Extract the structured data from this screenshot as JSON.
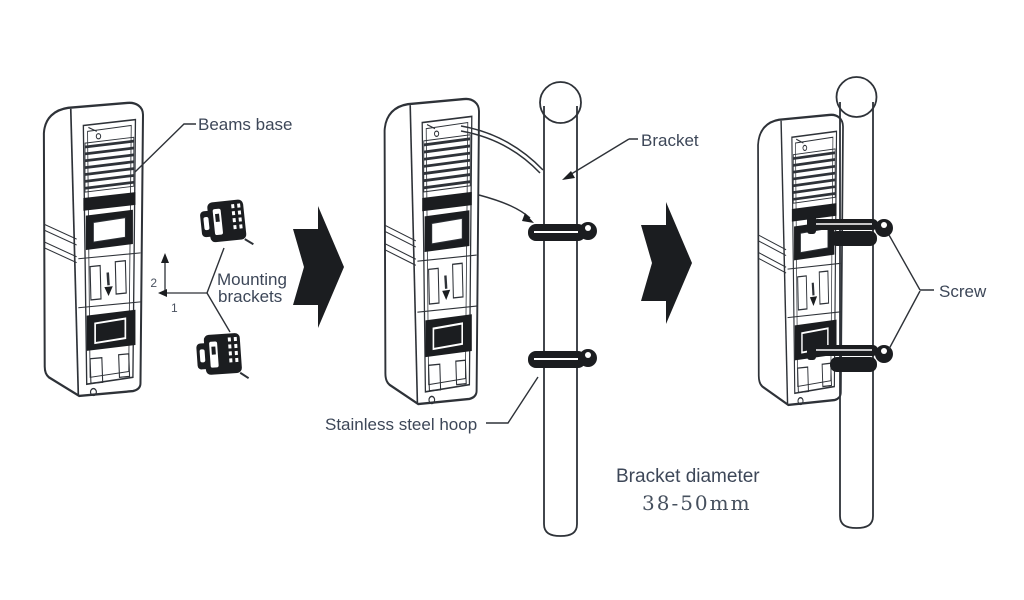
{
  "page": {
    "background": "#ffffff"
  },
  "diagram": {
    "kind": "pole-mount installation steps",
    "colors": {
      "line": "#2e3238",
      "dark_fill": "#1b1d20",
      "label_text": "#3d4758",
      "background": "#ffffff"
    },
    "labels": {
      "beams_base": "Beams base",
      "mounting_brackets_line1": "Mounting",
      "mounting_brackets_line2": "brackets",
      "axis_up": "2",
      "axis_left": "1",
      "bracket": "Bracket",
      "stainless_steel_hoop": "Stainless steel hoop",
      "screw": "Screw",
      "bracket_diameter_label": "Bracket diameter",
      "bracket_diameter_value": "38-50mm"
    },
    "icons": {
      "step_arrow": "right-block-arrow",
      "axis_arrows": "orientation-axes",
      "leader_arrowhead": "small-filled-arrowhead"
    }
  }
}
